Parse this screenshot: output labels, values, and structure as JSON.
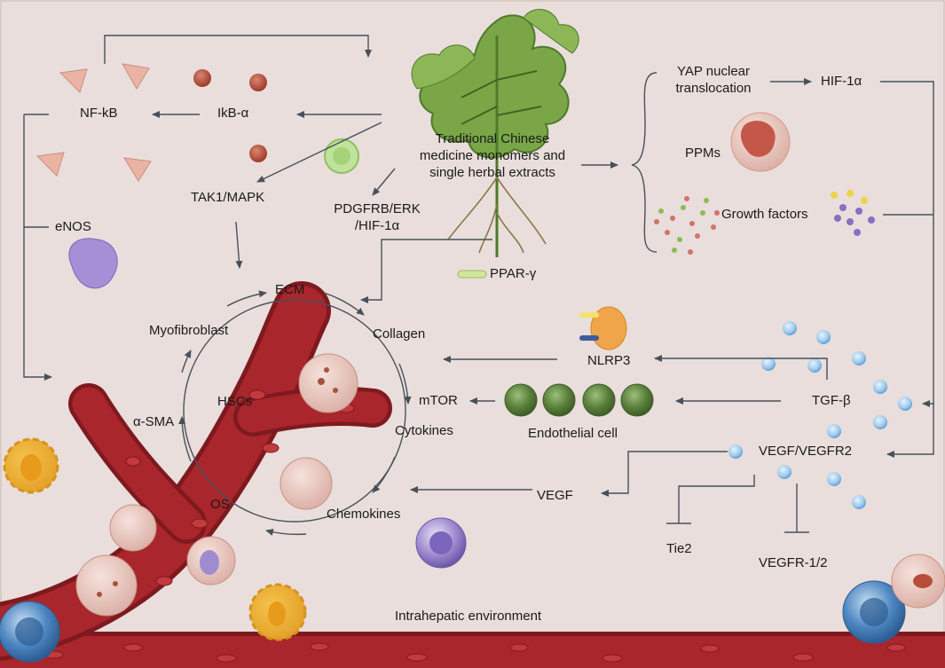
{
  "labels": {
    "tcm_line1": "Traditional Chinese",
    "tcm_line2": "medicine monomers and",
    "tcm_line3": "single herbal extracts",
    "nfkb": "NF-kB",
    "ikb": "IkB-α",
    "tak1": "TAK1/MAPK",
    "pdgfrb_line1": "PDGFRB/ERK",
    "pdgfrb_line2": "/HIF-1α",
    "enos": "eNOS",
    "ppar": "PPAR-γ",
    "yap_line1": "YAP nuclear",
    "yap_line2": "translocation",
    "hif": "HIF-1α",
    "ppms": "PPMs",
    "growth": "Growth factors",
    "nlrp3": "NLRP3",
    "tgfb": "TGF-β",
    "mtor": "mTOR",
    "endothelial": "Endothelial cell",
    "vegf_vegfr2": "VEGF/VEGFR2",
    "vegf": "VEGF",
    "tie2": "Tie2",
    "vegfr12": "VEGFR-1/2",
    "ecm": "ECM",
    "collagen": "Collagen",
    "cytokines": "Cytokines",
    "chemokines": "Chemokines",
    "os": "OS",
    "asma": "α-SMA",
    "myofibroblast": "Myofibroblast",
    "hscs": "HSCs",
    "environment": "Intrahepatic environment"
  },
  "colors": {
    "background": "#e9dedb",
    "arrow": "#48505a",
    "vessel": "#a8262c",
    "vessel_dark": "#7e1a1f",
    "leaf": "#6d9a3e",
    "endothelial_cell": "#5a7f3a",
    "particle_blue": "#9cc8ec"
  }
}
